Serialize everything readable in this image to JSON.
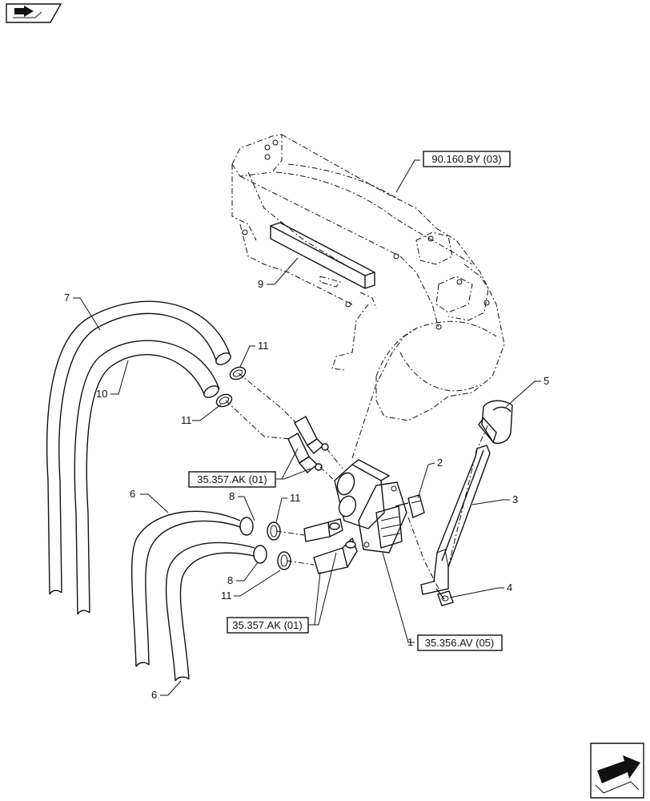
{
  "callouts": {
    "c1": "1",
    "c2": "2",
    "c3": "3",
    "c4": "4",
    "c5": "5",
    "c6a": "6",
    "c6b": "6",
    "c7": "7",
    "c8a": "8",
    "c8b": "8",
    "c9": "9",
    "c10": "10",
    "c11a": "11",
    "c11b": "11",
    "c11c": "11",
    "c11d": "11"
  },
  "refs": {
    "r1": "90.160.BY (03)",
    "r2": "35.357.AK (01)",
    "r3": "35.357.AK (01)",
    "r4": "35.356.AV (05)"
  },
  "nav": {
    "top_left": "book-arrow-icon",
    "bottom_right": "next-page-arrow-icon"
  }
}
